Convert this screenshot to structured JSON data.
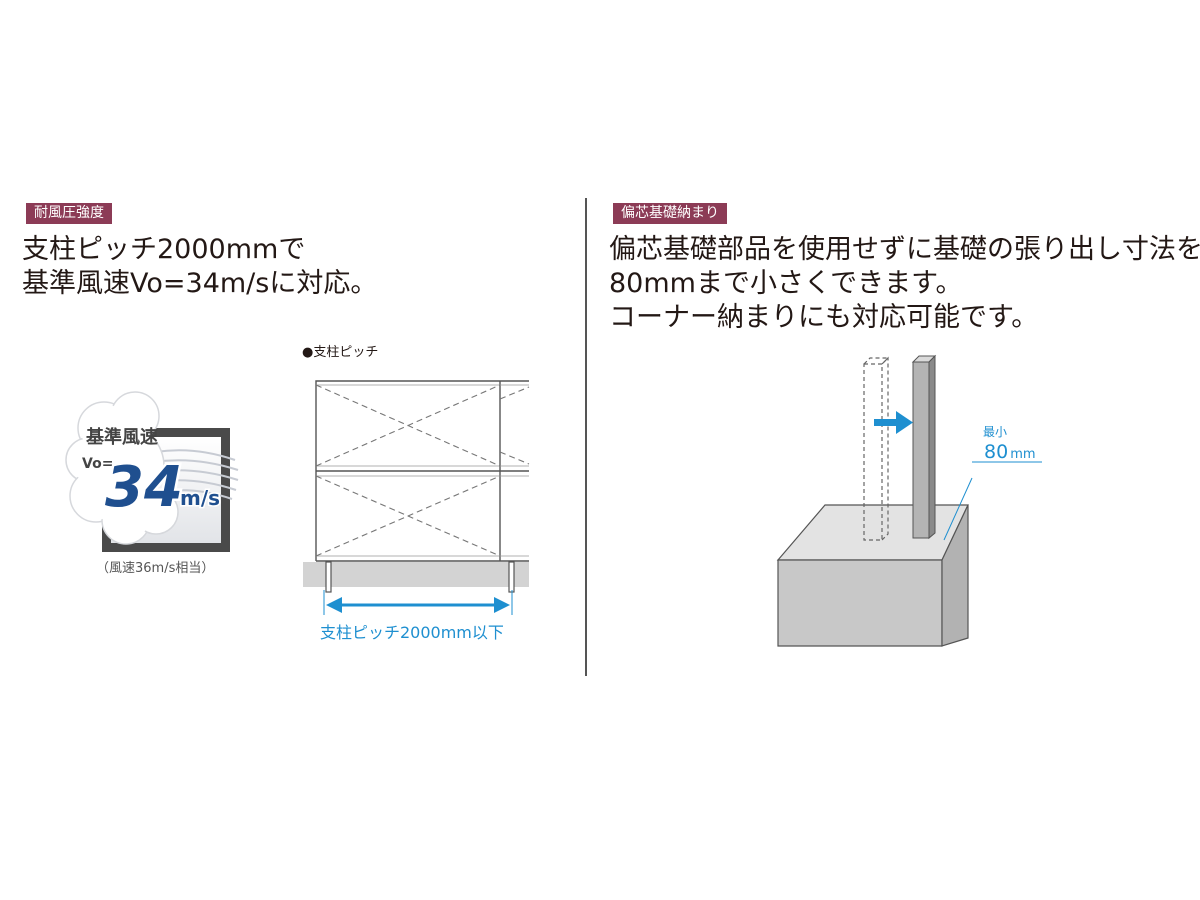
{
  "left": {
    "tag": "耐風圧強度",
    "lines": [
      "支柱ピッチ2000mmで",
      "基準風速Vo=34m/sに対応。"
    ],
    "badge": {
      "title": "基準風速",
      "prefix": "Vo=",
      "value": "34",
      "unit": "m/s",
      "note": "（風速36m/s相当）"
    },
    "pitch": {
      "label": "●支柱ピッチ",
      "dimension": "支柱ピッチ2000mm以下"
    }
  },
  "right": {
    "tag": "偏芯基礎納まり",
    "lines": [
      "偏芯基礎部品を使用せずに基礎の張り出し寸法を",
      "80mmまで小さくできます。",
      "コーナー納まりにも対応可能です。"
    ],
    "dimension": {
      "prefix": "最小",
      "value": "80",
      "unit": "mm"
    }
  },
  "colors": {
    "tag_bg": "#8c3b56",
    "accent_blue": "#1e8fd0",
    "badge_navy": "#1f4f8f",
    "panel_dark": "#4a4a4a",
    "ground_gray": "#d3d3d3",
    "post_gray": "#b4b4b4"
  }
}
